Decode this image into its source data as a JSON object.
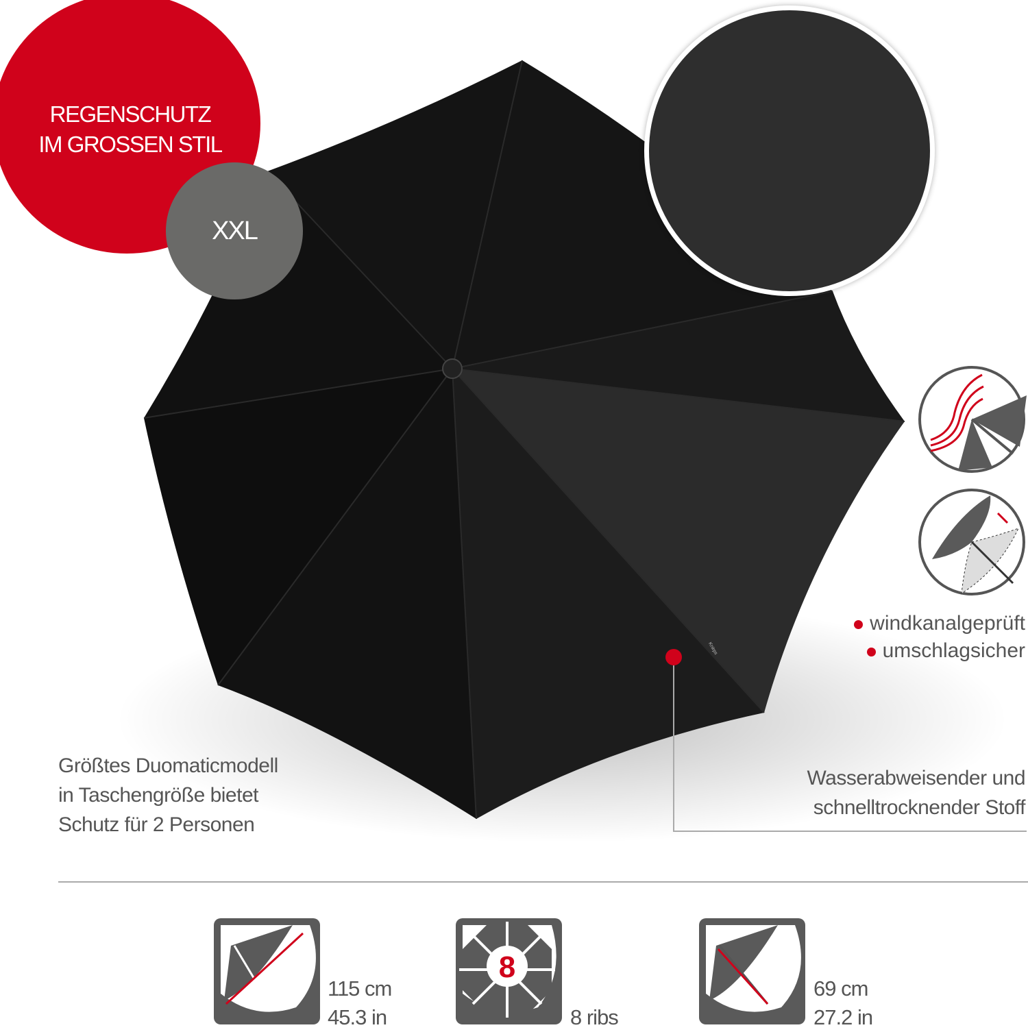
{
  "badge": {
    "line1": "REGENSCHUTZ",
    "line2": "IM GROSSEN STIL",
    "size": "XXL",
    "color": "#d0021b"
  },
  "features": [
    {
      "icon": "wind-tunnel-icon",
      "label": "windkanalgeprüft"
    },
    {
      "icon": "storm-proof-icon",
      "label": "umschlagsicher"
    }
  ],
  "left_description": [
    "Größtes Duomaticmodell",
    "in Taschengröße bietet",
    "Schutz für 2 Personen"
  ],
  "right_description": [
    "Wasserabweisender und",
    "schnelltrocknender Stoff"
  ],
  "brand_label": "Knirps",
  "specs": [
    {
      "icon": "diameter-icon",
      "line1": "115 cm",
      "line2": "45.3 in"
    },
    {
      "icon": "ribs-icon",
      "number": "8",
      "line1": "8 ribs"
    },
    {
      "icon": "length-icon",
      "line1": "69 cm",
      "line2": "27.2 in"
    }
  ]
}
